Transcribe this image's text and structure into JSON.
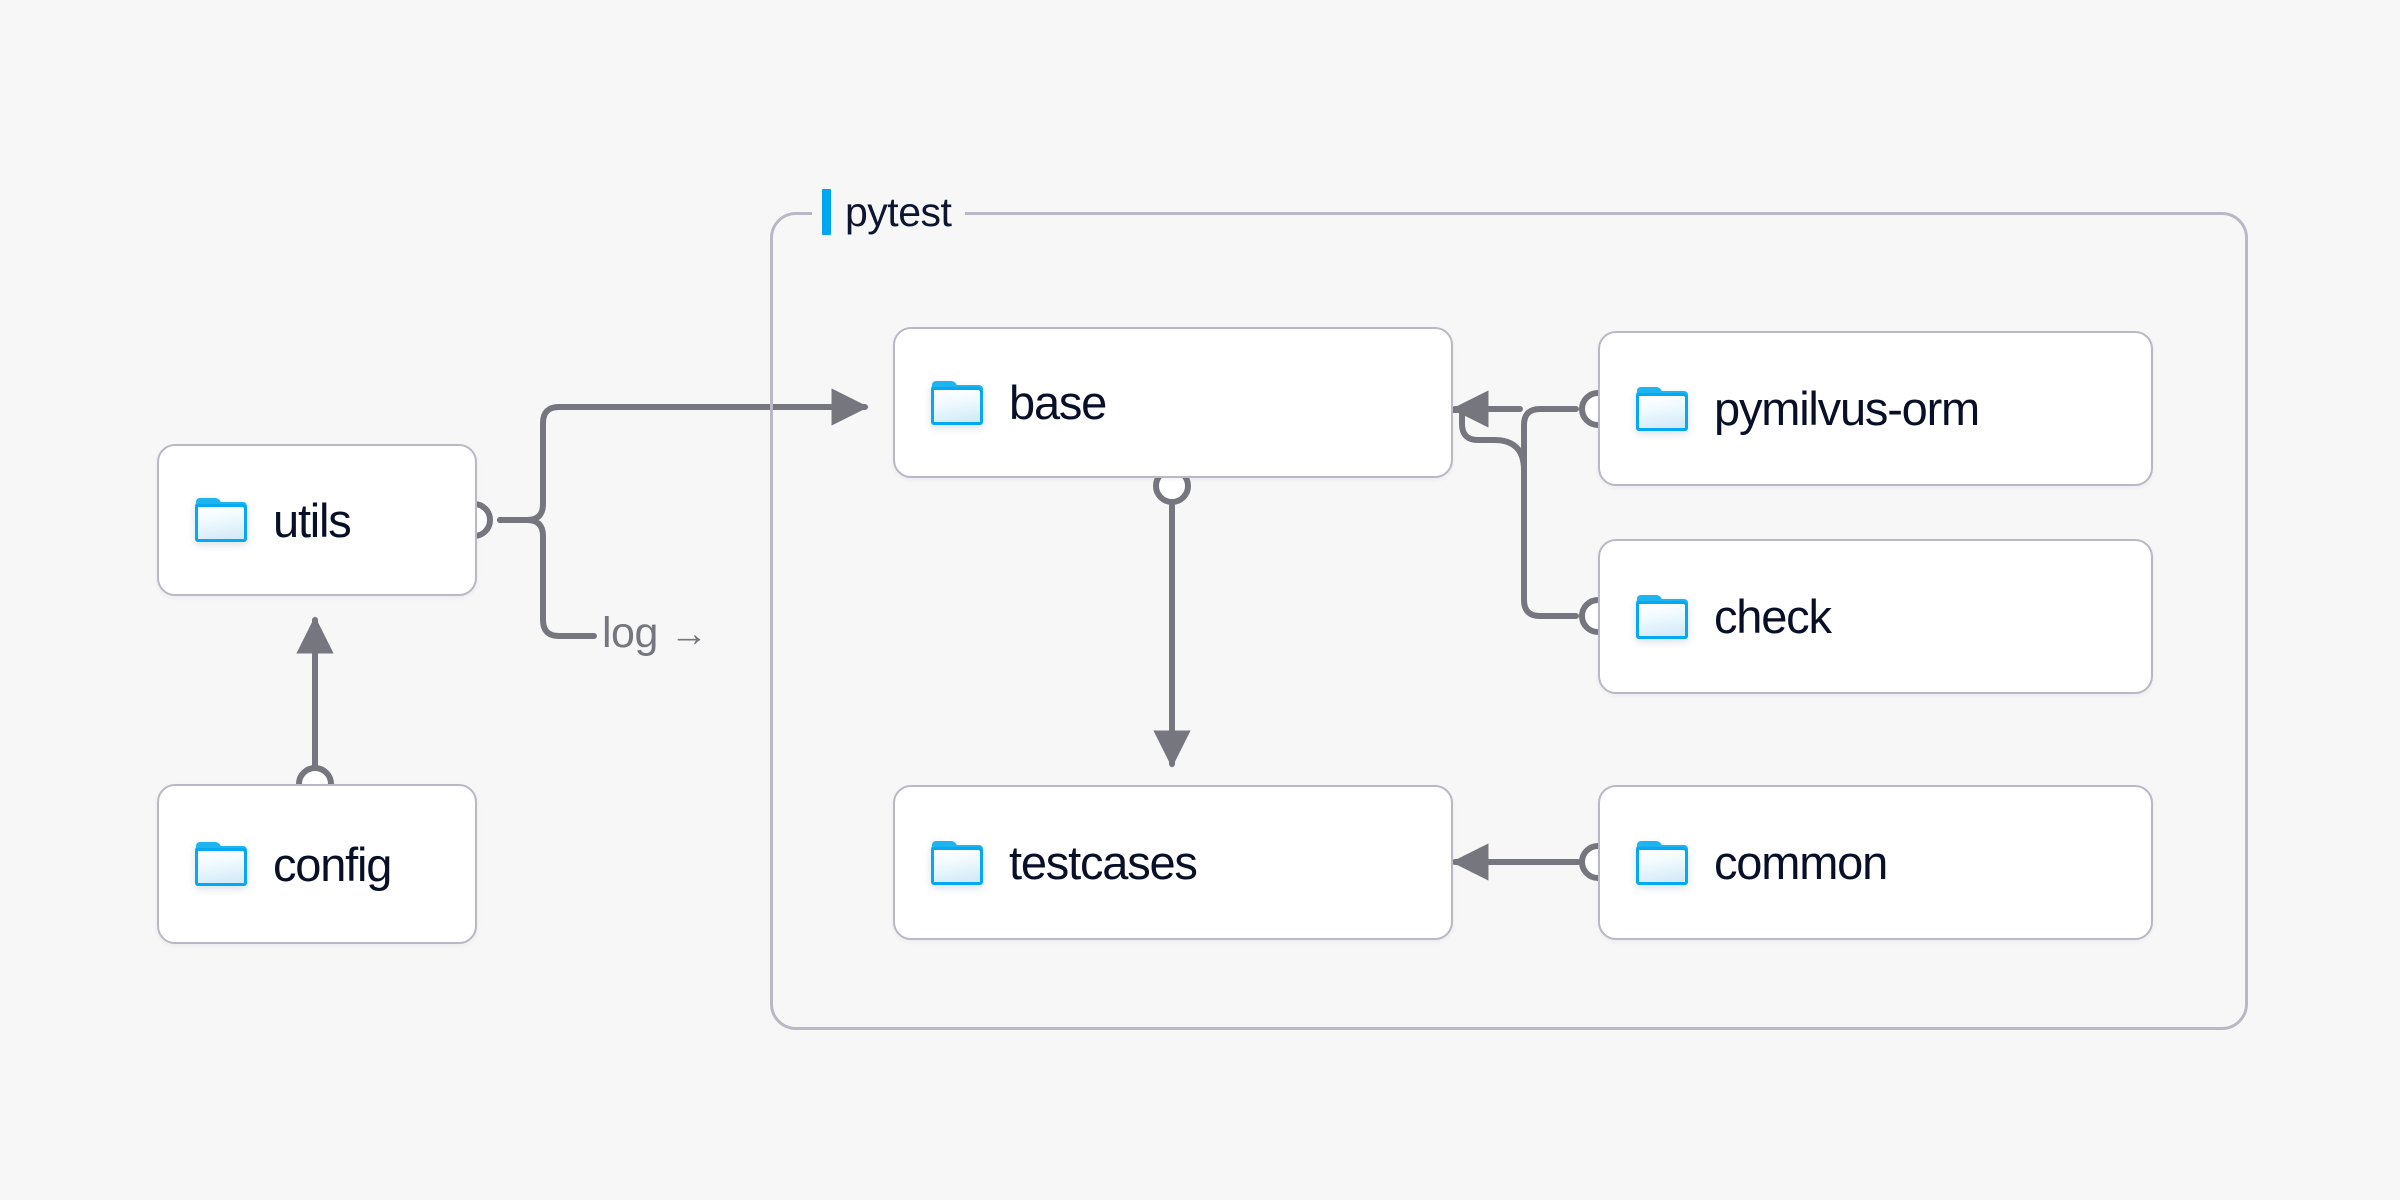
{
  "diagram": {
    "title": "pytest",
    "background_color": "#f7f7f7",
    "accent_color": "#00a7f0",
    "node_border_color": "#b9b8c4",
    "edge_color": "#76767f",
    "text_color": "#080f27"
  },
  "group": {
    "label": "pytest",
    "accent_bar_color": "#00a7f0"
  },
  "nodes": [
    {
      "id": "utils",
      "label": "utils",
      "icon": "folder-icon",
      "inside_group": false
    },
    {
      "id": "config",
      "label": "config",
      "icon": "folder-icon",
      "inside_group": false
    },
    {
      "id": "base",
      "label": "base",
      "icon": "folder-icon",
      "inside_group": true
    },
    {
      "id": "testcases",
      "label": "testcases",
      "icon": "folder-icon",
      "inside_group": true
    },
    {
      "id": "pymilvus-orm",
      "label": "pymilvus-orm",
      "icon": "folder-icon",
      "inside_group": true
    },
    {
      "id": "check",
      "label": "check",
      "icon": "folder-icon",
      "inside_group": true
    },
    {
      "id": "common",
      "label": "common",
      "icon": "folder-icon",
      "inside_group": true
    }
  ],
  "edges": [
    {
      "from": "config",
      "to": "utils",
      "label": ""
    },
    {
      "from": "utils",
      "to": "base",
      "label": ""
    },
    {
      "from": "utils",
      "to": "pytest",
      "label": "log"
    },
    {
      "from": "base",
      "to": "testcases",
      "label": ""
    },
    {
      "from": "pymilvus-orm",
      "to": "base",
      "label": ""
    },
    {
      "from": "check",
      "to": "base",
      "label": ""
    },
    {
      "from": "common",
      "to": "testcases",
      "label": ""
    }
  ],
  "labels": {
    "log": "log",
    "log_arrow": "→"
  }
}
